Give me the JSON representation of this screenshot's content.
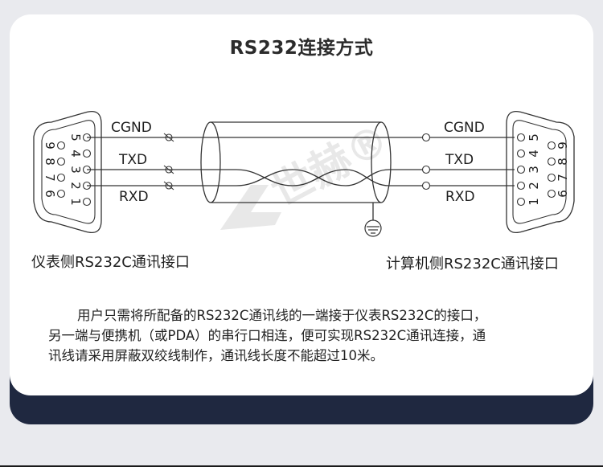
{
  "title": "RS232连接方式",
  "left_connector": {
    "pin_numbers": [
      "5",
      "9",
      "4",
      "8",
      "3",
      "7",
      "2",
      "6",
      "1"
    ],
    "label": "仪表侧RS232C通讯接口"
  },
  "right_connector": {
    "pin_numbers": [
      "5",
      "9",
      "4",
      "8",
      "3",
      "7",
      "2",
      "6",
      "1"
    ],
    "label": "计算机侧RS232C通讯接口"
  },
  "signals": {
    "left": [
      "CGND",
      "TXD",
      "RXD"
    ],
    "right": [
      "CGND",
      "TXD",
      "RXD"
    ]
  },
  "watermark": "世赫®",
  "description": [
    "用户只需将所配备的RS232C通讯线的一端接于仪表RS232C的接口，",
    "另一端与便携机（或PDA）的串行口相连，便可实现RS232C通讯连接，通",
    "讯线请采用屏蔽双绞线制作，通讯线长度不能超过10米。"
  ],
  "colors": {
    "navy": "#1f2840",
    "background": "#e9eaee",
    "line": "#333333"
  }
}
